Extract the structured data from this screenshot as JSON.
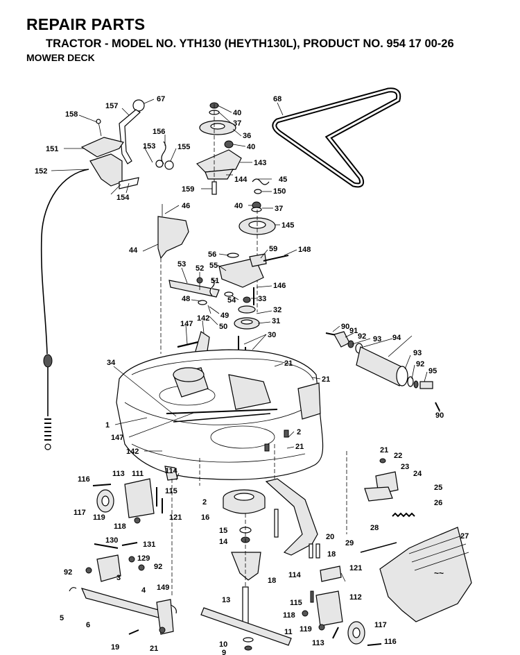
{
  "header": {
    "title": "REPAIR PARTS",
    "subtitle": "TRACTOR - MODEL NO. YTH130 (HEYTH130L), PRODUCT NO. 954 17 00-26",
    "section": "MOWER DECK"
  },
  "callouts": [
    "67",
    "157",
    "158",
    "151",
    "152",
    "153",
    "154",
    "156",
    "155",
    "40",
    "37",
    "36",
    "40",
    "143",
    "144",
    "159",
    "45",
    "150",
    "40",
    "37",
    "145",
    "68",
    "46",
    "44",
    "56",
    "59",
    "148",
    "55",
    "53",
    "52",
    "51",
    "146",
    "33",
    "48",
    "54",
    "32",
    "49",
    "50",
    "31",
    "147",
    "142",
    "30",
    "90",
    "91",
    "92",
    "93",
    "94",
    "93",
    "92",
    "95",
    "90",
    "34",
    "21",
    "21",
    "1",
    "147",
    "2",
    "21",
    "142",
    "114",
    "113",
    "111",
    "116",
    "115",
    "117",
    "119",
    "118",
    "121",
    "2",
    "16",
    "22",
    "21",
    "23",
    "24",
    "25",
    "26",
    "27",
    "15",
    "14",
    "20",
    "28",
    "29",
    "18",
    "130",
    "131",
    "129",
    "92",
    "92",
    "3",
    "114",
    "121",
    "18",
    "149",
    "4",
    "5",
    "6",
    "13",
    "115",
    "112",
    "118",
    "119",
    "117",
    "113",
    "116",
    "19",
    "21",
    "10",
    "9",
    "11"
  ]
}
